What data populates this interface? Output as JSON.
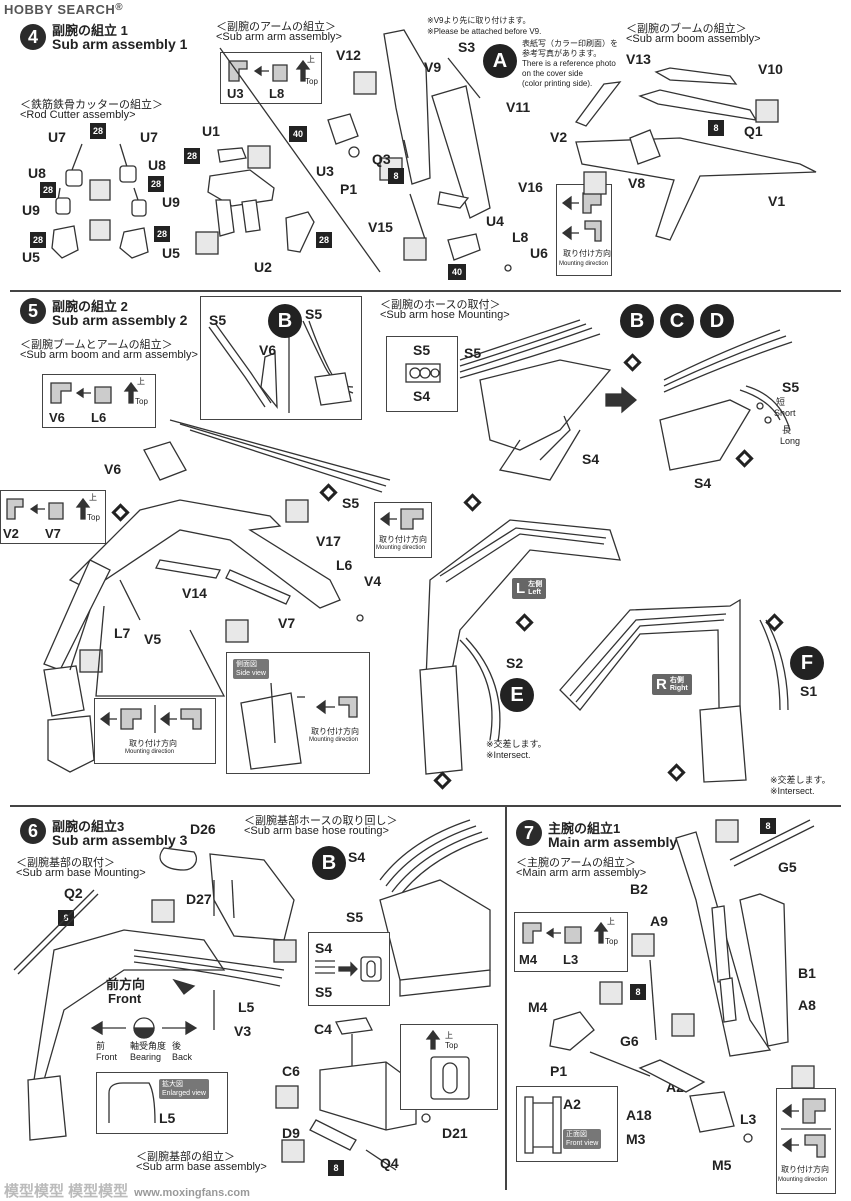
{
  "brand": {
    "name": "HOBBY SEARCH",
    "mark": "®"
  },
  "step4": {
    "number": "4",
    "title_jp": "副腕の組立 1",
    "title_en": "Sub arm assembly 1",
    "rod_cutter": {
      "jp": "＜鉄筋鉄骨カッターの組立＞",
      "en": "<Rod Cutter assembly>"
    },
    "sub_arm_arm": {
      "jp": "＜副腕のアームの組立＞",
      "en": "<Sub arm arm  assembly>"
    },
    "sub_arm_boom": {
      "jp": "＜副腕のブームの組立＞",
      "en": "<Sub arm boom  assembly>"
    },
    "note": {
      "line1": "※V9より先に取り付けます。",
      "line2": "※Please be attached before V9.",
      "line3": "表紙写（カラー印刷面）を",
      "line4": "参考写真があります。",
      "line5": "There is a reference photo",
      "line6": "on the cover side",
      "line7": "(color printing side)."
    },
    "orient_box": {
      "a": "U3",
      "b": "L8",
      "top_jp": "上",
      "top_en": "Top"
    },
    "mount_dir": {
      "a": "L8",
      "b": "U6",
      "jp": "取り付け方向",
      "en": "Mounting direction"
    },
    "labels": {
      "u7a": "U7",
      "u7b": "U7",
      "u8a": "U8",
      "u8b": "U8",
      "u9a": "U9",
      "u9b": "U9",
      "u5a": "U5",
      "u5b": "U5",
      "u1": "U1",
      "u2": "U2",
      "u3": "U3",
      "u4": "U4",
      "p1": "P1",
      "q3": "Q3",
      "v12": "V12",
      "v9": "V9",
      "s3": "S3",
      "v11": "V11",
      "v16": "V16",
      "v15": "V15",
      "v2": "V2",
      "v8": "V8",
      "v1": "V1",
      "v13": "V13",
      "v10": "V10",
      "q1": "Q1",
      "circle_a": "A"
    },
    "badges": {
      "b28": "28",
      "b40": "40",
      "b8": "8"
    }
  },
  "step5": {
    "number": "5",
    "title_jp": "副腕の組立 2",
    "title_en": "Sub arm assembly 2",
    "boom_arm": {
      "jp": "＜副腕ブームとアームの組立＞",
      "en": "<Sub arm boom and arm assembly>"
    },
    "hose": {
      "jp": "＜副腕のホースの取付＞",
      "en": "<Sub arm hose Mounting>"
    },
    "orient1": {
      "a": "V6",
      "b": "L6",
      "top_jp": "上",
      "top_en": "Top"
    },
    "orient2": {
      "a": "V2",
      "b": "V7",
      "top_jp": "上",
      "top_en": "Top"
    },
    "mount_dir": {
      "jp": "取り付け方向",
      "en": "Mounting direction"
    },
    "side_view": {
      "jp": "側面図",
      "en": "Side view"
    },
    "short": {
      "jp": "短",
      "en": "Short"
    },
    "long": {
      "jp": "長",
      "en": "Long"
    },
    "intersect": {
      "jp": "※交差します。",
      "en": "※Intersect."
    },
    "left": {
      "letter": "L",
      "jp": "左側",
      "en": "Left"
    },
    "right": {
      "letter": "R",
      "jp": "右側",
      "en": "Right"
    },
    "labels": {
      "s5a": "S5",
      "v6": "V6",
      "s5b": "S5",
      "s5c": "S5",
      "s4a": "S4",
      "s5d": "S5",
      "s4b": "S4",
      "s5e": "S5",
      "s4c": "S4",
      "v6b": "V6",
      "v14": "V14",
      "v17": "V17",
      "l6": "L6",
      "v4": "V4",
      "v7": "V7",
      "l7": "L7",
      "v5": "V5",
      "s2": "S2",
      "s1": "S1",
      "b": "B",
      "b2": "B",
      "c": "C",
      "d": "D",
      "e": "E",
      "f": "F"
    }
  },
  "step6": {
    "number": "6",
    "title_jp": "副腕の組立3",
    "title_en": "Sub arm assembly 3",
    "base_mount": {
      "jp": "＜副腕基部の取付＞",
      "en": "<Sub arm base Mounting>"
    },
    "hose_routing": {
      "jp": "＜副腕基部ホースの取り回し＞",
      "en": "<Sub arm base hose routing>"
    },
    "base_assembly": {
      "jp": "＜副腕基部の組立＞",
      "en": "<Sub arm base  assembly>"
    },
    "front": {
      "jp": "前方向",
      "en": "Front"
    },
    "bearing": {
      "front_jp": "前",
      "front_en": "Front",
      "mid_jp": "軸受角度",
      "mid_en": "Bearing",
      "back_jp": "後",
      "back_en": "Back"
    },
    "enlarged": {
      "jp": "拡大図",
      "en": "Enlarged view"
    },
    "top": {
      "jp": "上",
      "en": "Top"
    },
    "labels": {
      "d26": "D26",
      "d27": "D27",
      "q2": "Q2",
      "l5": "L5",
      "v3": "V3",
      "l5b": "L5",
      "s4": "S4",
      "s5": "S5",
      "s4b": "S4",
      "s5b": "S5",
      "c4": "C4",
      "c6": "C6",
      "d9": "D9",
      "d21": "D21",
      "q4": "Q4",
      "b": "B",
      "b8": "8"
    }
  },
  "step7": {
    "number": "7",
    "title_jp": "主腕の組立1",
    "title_en": "Main arm assembly 1",
    "arm_assembly": {
      "jp": "＜主腕のアームの組立＞",
      "en": "<Main arm arm  assembly>"
    },
    "orient": {
      "a": "M4",
      "b": "L3",
      "top_jp": "上",
      "top_en": "Top"
    },
    "front_view": {
      "jp": "正面図",
      "en": "Front view"
    },
    "mount_dir": {
      "jp": "取り付け方向",
      "en": "Mounting direction"
    },
    "labels": {
      "g5": "G5",
      "b2": "B2",
      "a9": "A9",
      "b1": "B1",
      "a8": "A8",
      "m4": "M4",
      "g6": "G6",
      "p1": "P1",
      "a2": "A2",
      "a18": "A18",
      "m3": "M3",
      "l3": "L3",
      "m5": "M5",
      "a2b": "A2",
      "b8": "8"
    }
  },
  "footer": {
    "watermark": "模型模型 模型模型",
    "url": "www.moxingfans.com"
  }
}
